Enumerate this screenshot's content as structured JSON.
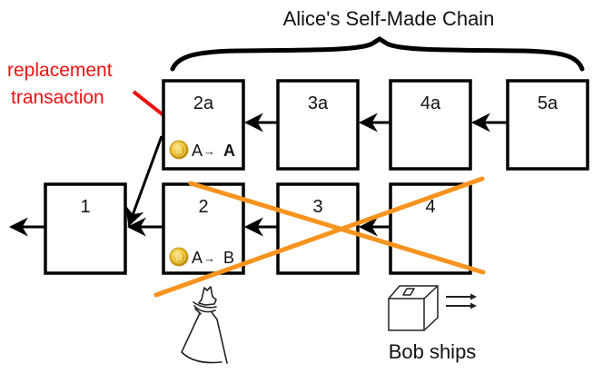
{
  "title": "Alice's Self-Made Chain",
  "annotation": {
    "text_line1": "replacement",
    "text_line2": "transaction",
    "color": "#ee1111"
  },
  "top_chain": [
    {
      "id": "2a",
      "label": "2a",
      "tx": {
        "from": "A",
        "arrow": "→",
        "to": "A",
        "to_bold": true
      }
    },
    {
      "id": "3a",
      "label": "3a"
    },
    {
      "id": "4a",
      "label": "4a"
    },
    {
      "id": "5a",
      "label": "5a"
    }
  ],
  "bottom_chain": [
    {
      "id": "1",
      "label": "1"
    },
    {
      "id": "2",
      "label": "2",
      "tx": {
        "from": "A",
        "arrow": "→",
        "to": "B",
        "to_bold": false
      }
    },
    {
      "id": "3",
      "label": "3"
    },
    {
      "id": "4",
      "label": "4"
    }
  ],
  "crossed_out_blocks": [
    "2",
    "3",
    "4"
  ],
  "cross_color": "#f7931e",
  "coin_icon": "bitcoin-coin-icon",
  "coin_color": "#e8b923",
  "figures": {
    "alice": "cloaked-figure-icon",
    "package": "package-box-icon",
    "bob_caption": "Bob ships"
  }
}
